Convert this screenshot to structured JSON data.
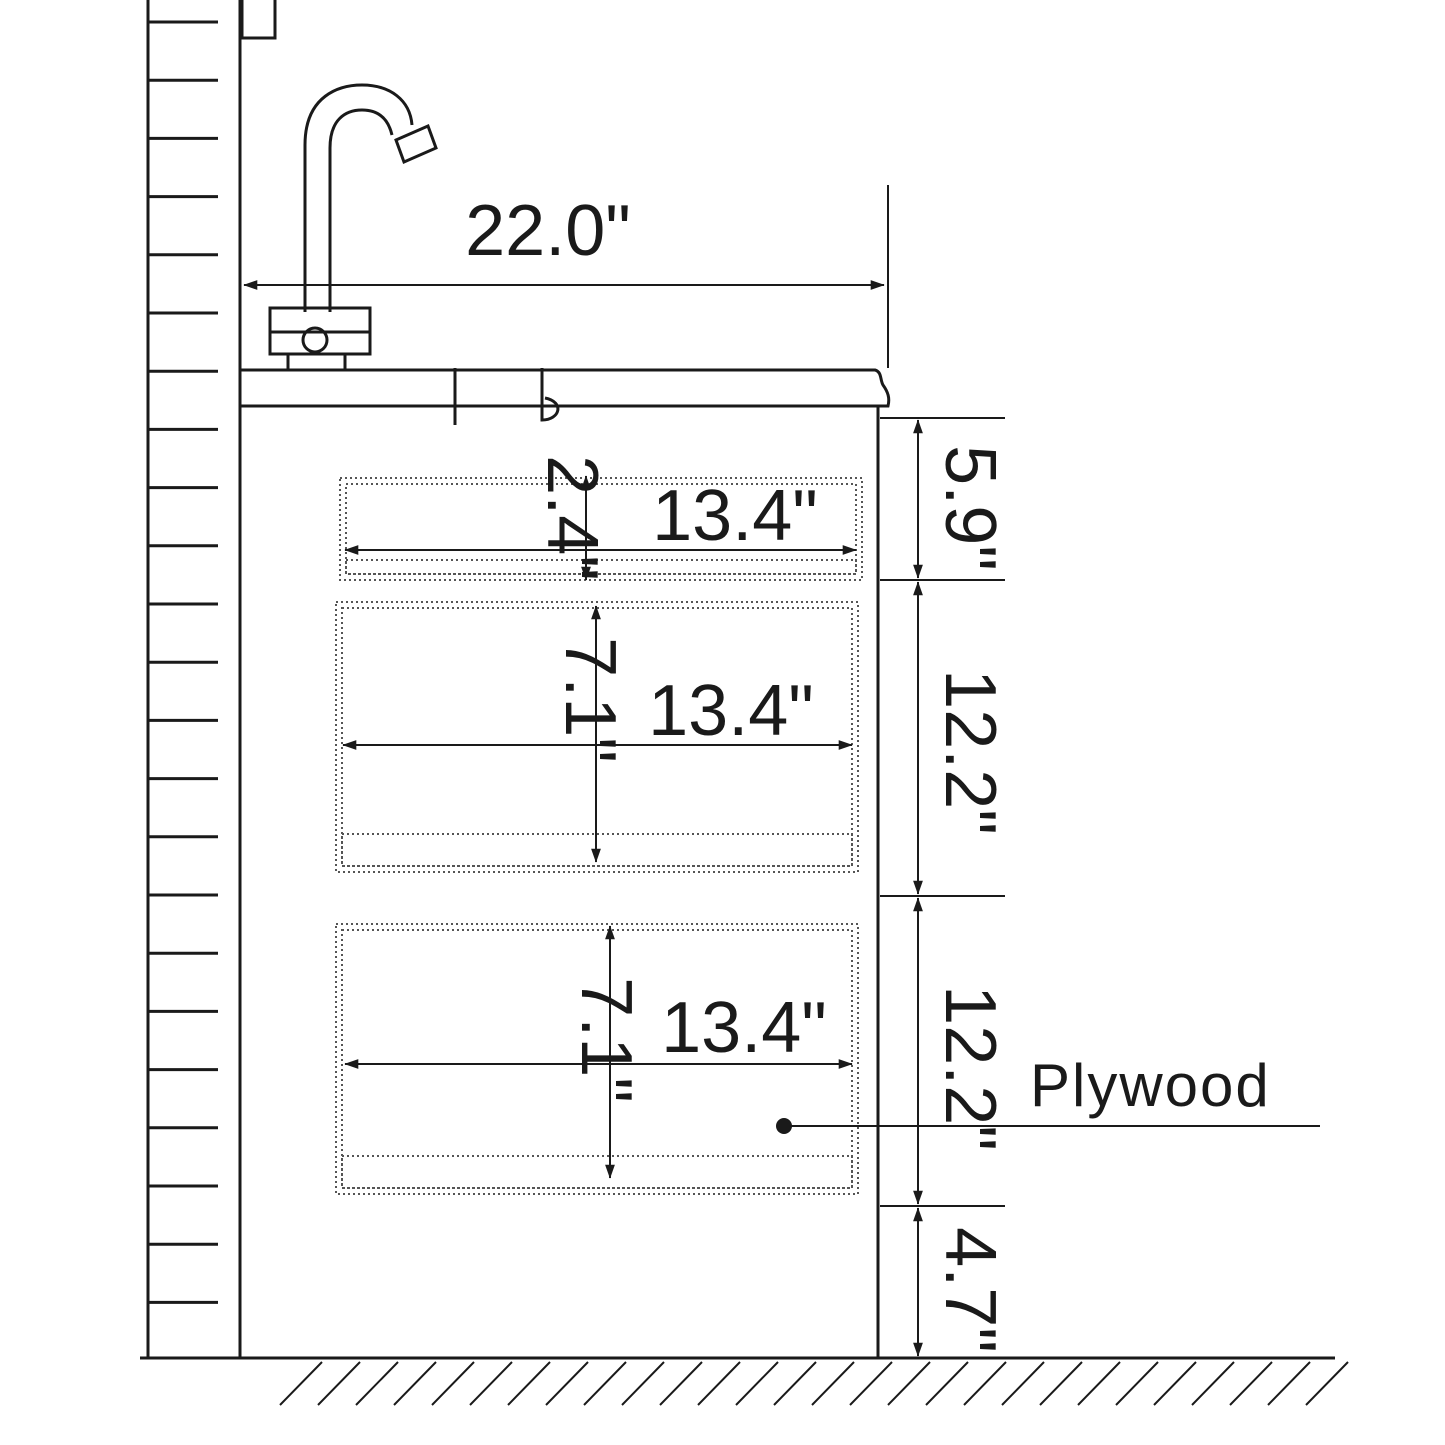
{
  "colors": {
    "ink": "#1a1a1a",
    "background": "#ffffff",
    "dotted": "#555555"
  },
  "dimensions": {
    "overall_width": "22.0\"",
    "drawer1_height": "2.4\"",
    "drawer1_width": "13.4\"",
    "drawer2_height": "7.1\"",
    "drawer2_width": "13.4\"",
    "drawer3_height": "7.1\"",
    "drawer3_width": "13.4\"",
    "top_section": "5.9\"",
    "middle_section": "12.2\"",
    "lower_section": "12.2\"",
    "base_section": "4.7\""
  },
  "callouts": {
    "material": "Plywood"
  }
}
